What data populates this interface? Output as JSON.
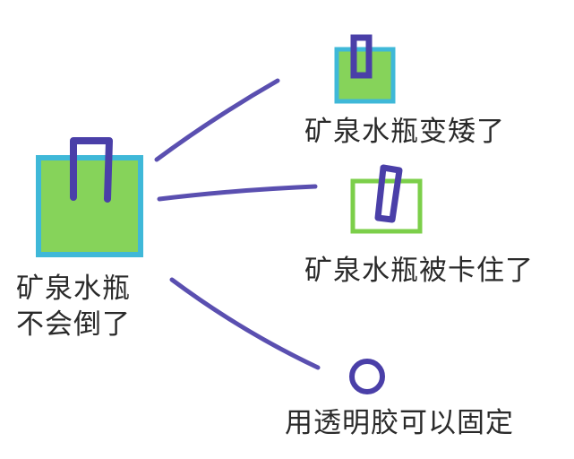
{
  "colors": {
    "line": "#5a4fb0",
    "box_outline": "#3fb8d8",
    "fill": "#7ccf4a",
    "bottle": "#4a3fa8"
  },
  "nodes": {
    "root": {
      "line1": "矿泉水瓶",
      "line2": "不会倒了"
    },
    "branch1": {
      "label": "矿泉水瓶变矮了"
    },
    "branch2": {
      "label": "矿泉水瓶被卡住了"
    },
    "branch3": {
      "label": "用透明胶可以固定"
    }
  }
}
